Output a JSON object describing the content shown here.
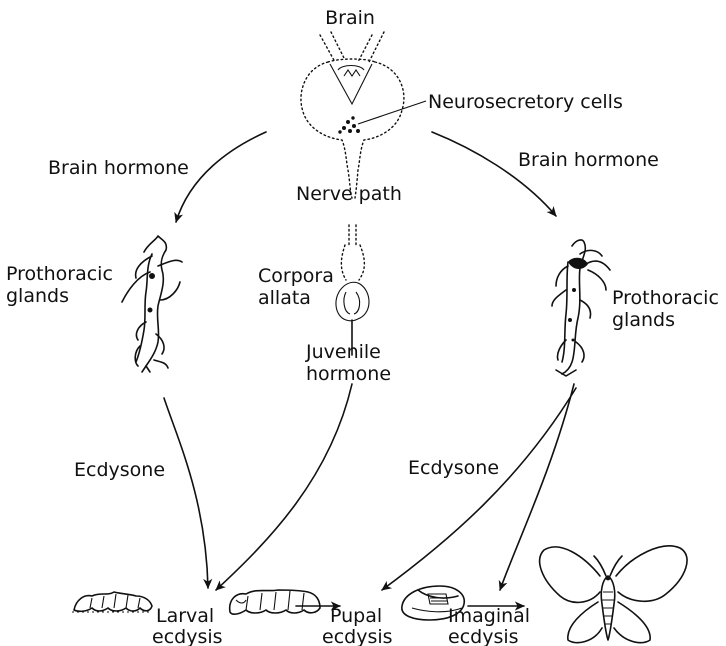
{
  "labels": {
    "brain": "Brain",
    "neurosecretory_cells": "Neurosecretory cells",
    "brain_hormone_left": "Brain hormone",
    "brain_hormone_right": "Brain hormone",
    "nerve_path": "Nerve path",
    "prothoracic_left_line1": "Prothoracic",
    "prothoracic_left_line2": "glands",
    "corpora_line1": "Corpora",
    "corpora_line2": "allata",
    "juvenile_line1": "Juvenile",
    "juvenile_line2": "hormone",
    "prothoracic_right_line1": "Prothoracic",
    "prothoracic_right_line2": "glands",
    "ecdysone_left": "Ecdysone",
    "ecdysone_right": "Ecdysone",
    "larval_line1": "Larval",
    "larval_line2": "ecdysis",
    "pupal_line1": "Pupal",
    "pupal_line2": "ecdysis",
    "imaginal_line1": "Imaginal",
    "imaginal_line2": "ecdysis"
  }
}
